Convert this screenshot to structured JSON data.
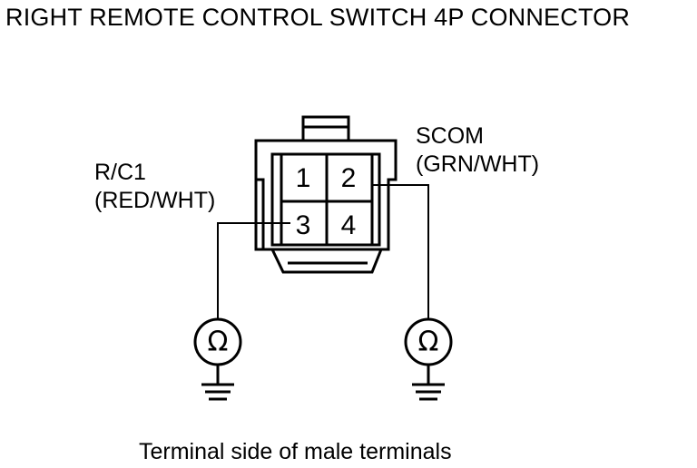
{
  "title": "RIGHT REMOTE CONTROL SWITCH 4P CONNECTOR",
  "left_wire": {
    "name": "R/C1",
    "color": "(RED/WHT)"
  },
  "right_wire": {
    "name": "SCOM",
    "color": "(GRN/WHT)"
  },
  "pins": [
    "1",
    "2",
    "3",
    "4"
  ],
  "meter_symbol": "Ω",
  "caption": "Terminal side of male terminals",
  "icons": [
    "ohmmeter-icon",
    "ground-icon"
  ]
}
